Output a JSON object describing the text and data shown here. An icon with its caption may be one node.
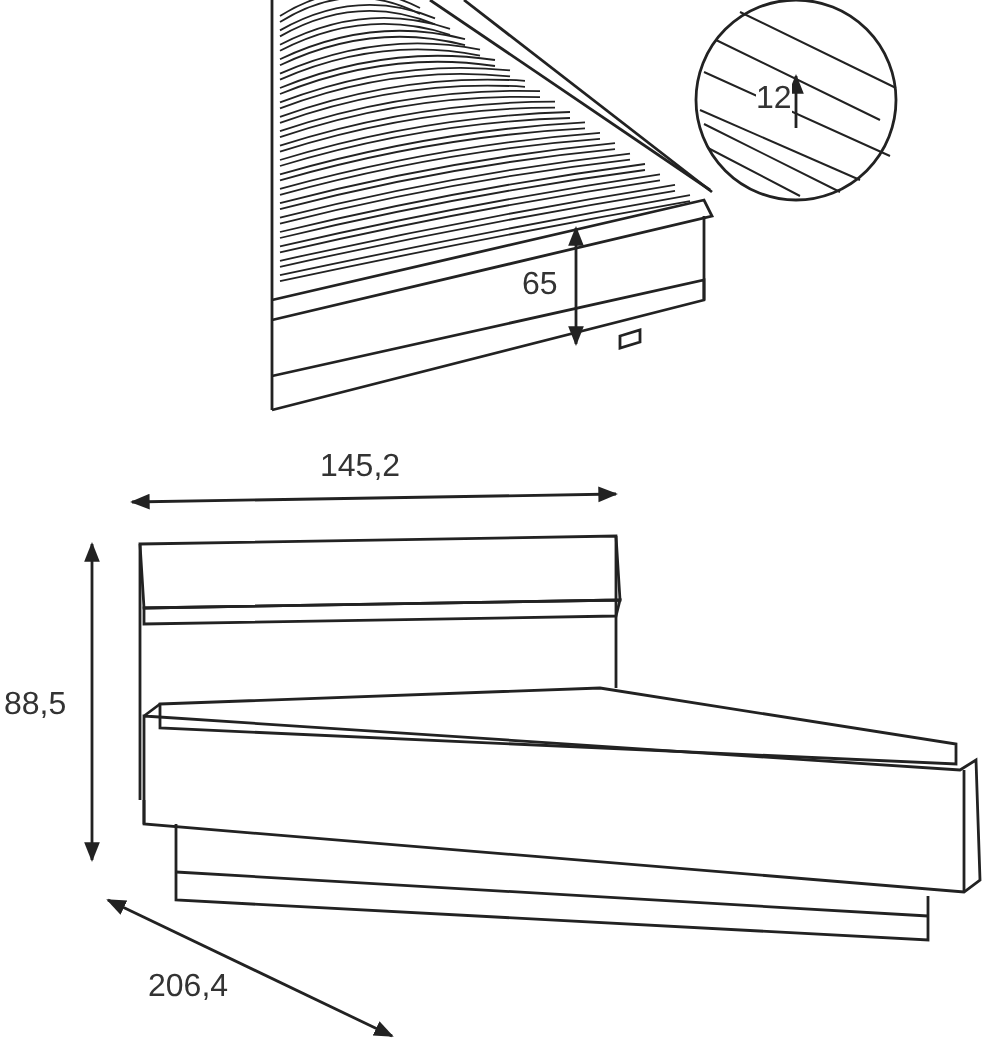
{
  "diagram": {
    "labels": [
      "12",
      "65",
      "145,2",
      "88,5",
      "206,4"
    ]
  }
}
